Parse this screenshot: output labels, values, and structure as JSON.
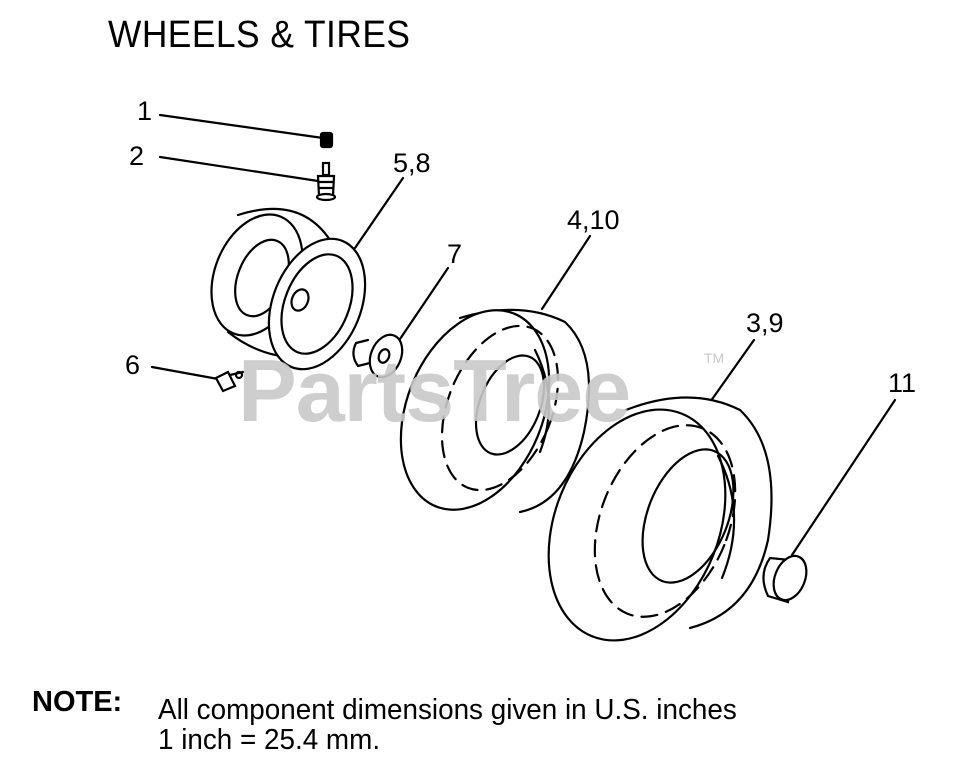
{
  "title": "WHEELS & TIRES",
  "watermark": {
    "text": "PartsTree",
    "mark": "TM"
  },
  "callouts": {
    "c1": "1",
    "c2": "2",
    "c58": "5,8",
    "c7": "7",
    "c410": "4,10",
    "c39": "3,9",
    "c6": "6",
    "c11": "11"
  },
  "parts": [
    {
      "callout": "1",
      "name": "valve cap"
    },
    {
      "callout": "2",
      "name": "valve stem"
    },
    {
      "callout": "5,8",
      "name": "wheel rim"
    },
    {
      "callout": "7",
      "name": "bushing"
    },
    {
      "callout": "4,10",
      "name": "front tire"
    },
    {
      "callout": "3,9",
      "name": "rear tire"
    },
    {
      "callout": "6",
      "name": "grease fitting"
    },
    {
      "callout": "11",
      "name": "hub cap"
    }
  ],
  "note": {
    "label": "NOTE:",
    "line1": "All component dimensions given in U.S. inches",
    "line2": "1 inch = 25.4 mm."
  }
}
